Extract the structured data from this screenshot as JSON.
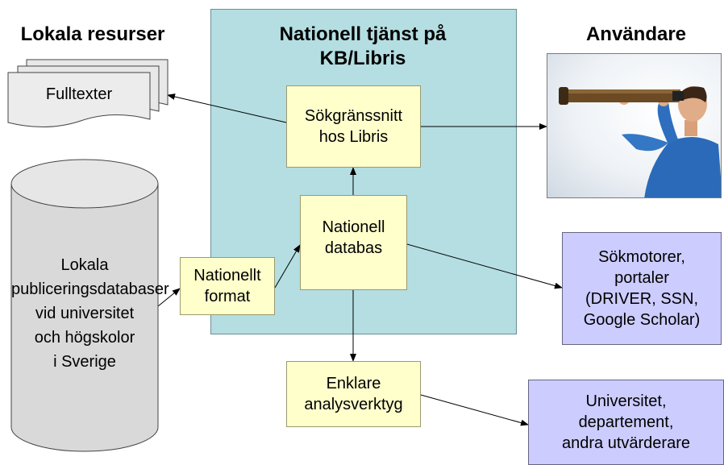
{
  "headings": {
    "local": "Lokala resurser",
    "national": "Nationell tjänst på KB/Libris",
    "users": "Användare"
  },
  "nodes": {
    "fulltexter": "Fulltexter",
    "lokala_db": "Lokala\npubliceringsdatabaser\nvid universitet\noch högskolor\ni Sverige",
    "nationellt_format": "Nationellt\nformat",
    "sokgranssnitt": "Sökgränssnitt\nhos Libris",
    "nationell_databas": "Nationell\ndatabas",
    "enklare": "Enklare\nanalysverktyg",
    "sokmotorer": "Sökmotorer,\nportaler\n(DRIVER, SSN,\nGoogle Scholar)",
    "universitet": "Universitet,\ndepartement,\nandra utvärderare"
  },
  "colors": {
    "national_panel": "#b4dee2",
    "process_box": "#ffffcc",
    "output_box": "#ccccff",
    "database": "#d9d9d9"
  },
  "icons": {
    "user_photo": "person-with-telescope-icon"
  }
}
